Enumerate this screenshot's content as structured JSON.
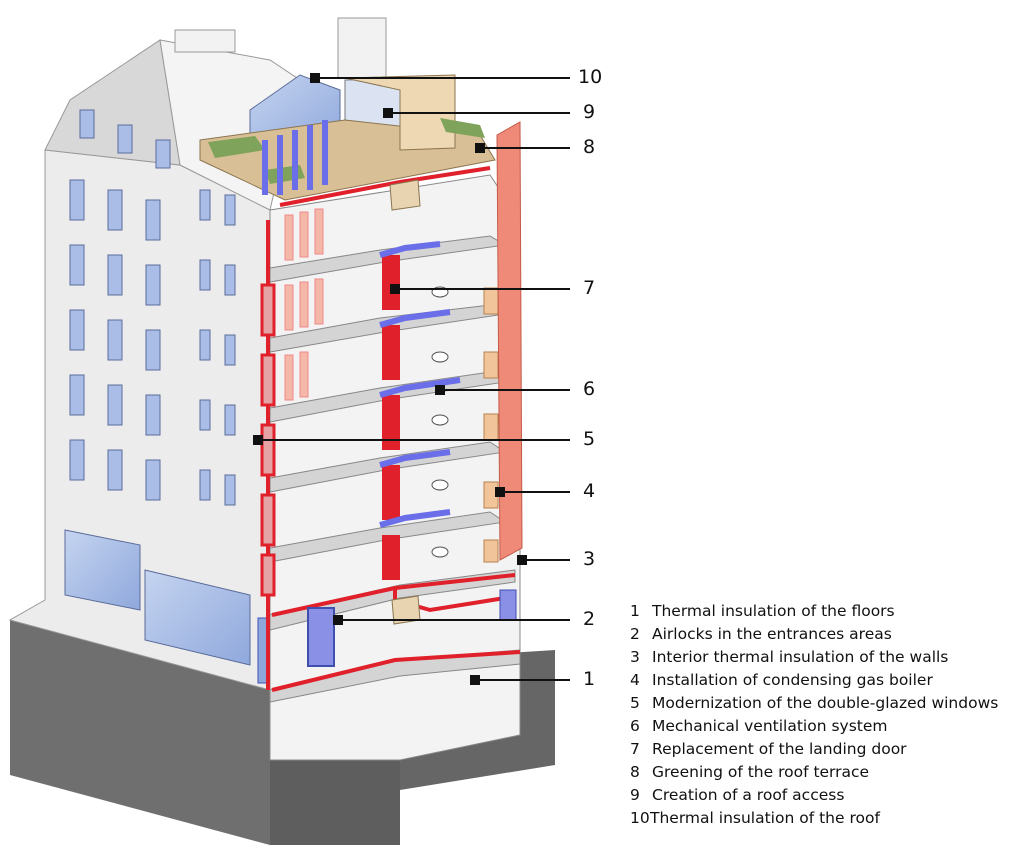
{
  "legend": [
    {
      "num": "1",
      "text": "Thermal insulation of the floors"
    },
    {
      "num": "2",
      "text": "Airlocks in the entrances areas"
    },
    {
      "num": "3",
      "text": "Interior thermal insulation of the walls"
    },
    {
      "num": "4",
      "text": "Installation of condensing gas boiler"
    },
    {
      "num": "5",
      "text": "Modernization of the double-glazed windows"
    },
    {
      "num": "6",
      "text": "Mechanical ventilation system"
    },
    {
      "num": "7",
      "text": "Replacement of the landing door"
    },
    {
      "num": "8",
      "text": "Greening of the roof terrace"
    },
    {
      "num": "9",
      "text": "Creation of a roof access"
    },
    {
      "num": "10",
      "text": "Thermal insulation of the roof"
    }
  ],
  "callouts": [
    "10",
    "9",
    "8",
    "7",
    "6",
    "5",
    "4",
    "3",
    "2",
    "1"
  ],
  "colors": {
    "insulation_red": "#e0202a",
    "ventilation_blue": "#6a6ee8",
    "glazing_blue": "#a9bde6",
    "boiler_peach": "#f2c49a",
    "chimney_salmon": "#f08a78",
    "terrace_tan": "#d9bf95",
    "green_roof": "#7fa35a",
    "wall_grey": "#e4e4e4",
    "base_grey": "#7a7a7a"
  }
}
